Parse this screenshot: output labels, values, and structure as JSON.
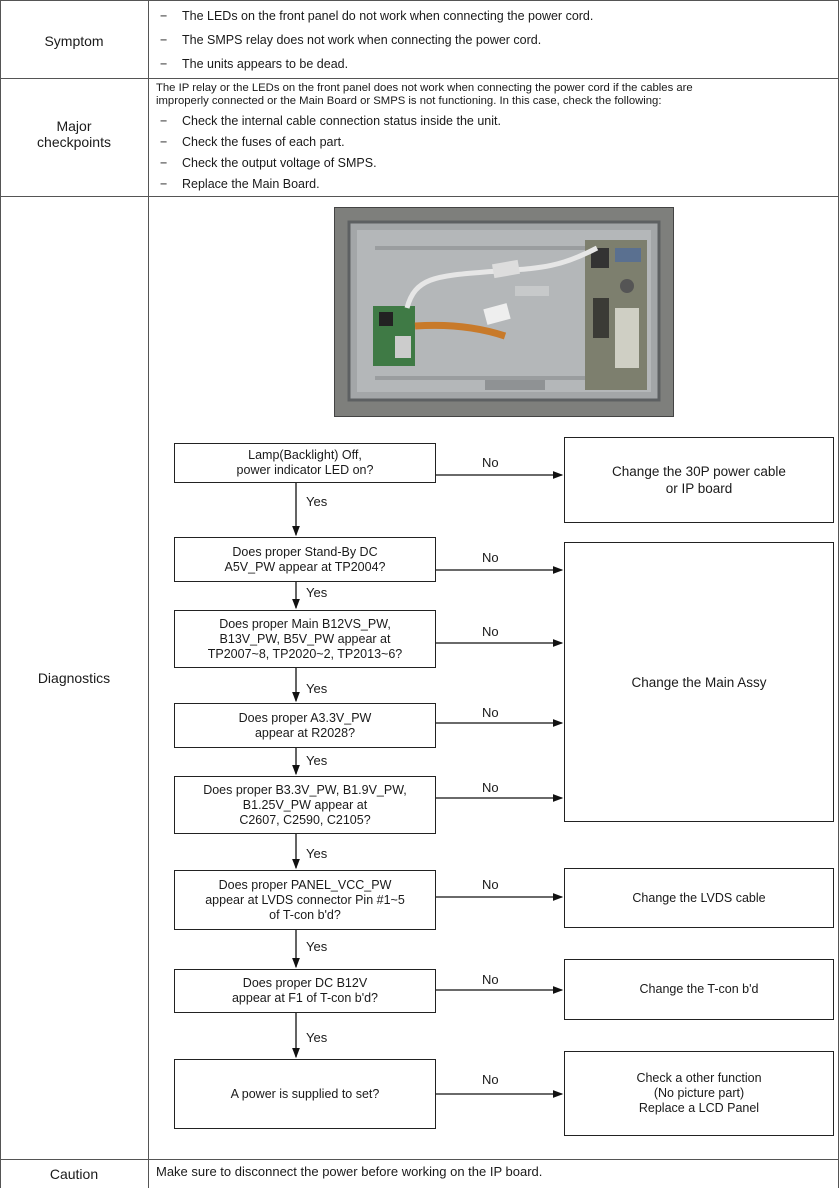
{
  "symptom": {
    "label": "Symptom",
    "items": [
      "The LEDs on the front panel do not work when connecting the power cord.",
      "The SMPS relay does not work when connecting the power cord.",
      "The units appears to be dead."
    ]
  },
  "checkpoints": {
    "label_line1": "Major",
    "label_line2": "checkpoints",
    "intro_line1": "The IP relay or the LEDs on the front panel does not work when connecting the power cord if the cables are",
    "intro_line2": "improperly connected or the Main Board or SMPS is not functioning. In this case, check the following:",
    "items": [
      "Check the internal cable connection status inside the unit.",
      "Check the fuses of each part.",
      "Check the output voltage of SMPS.",
      "Replace the Main Board."
    ]
  },
  "diagnostics": {
    "label": "Diagnostics",
    "dash": "−",
    "yes": "Yes",
    "no": "No",
    "checks": [
      [
        "Lamp(Backlight) Off,",
        "power indicator LED on?"
      ],
      [
        "Does proper Stand-By DC",
        "A5V_PW appear at TP2004?"
      ],
      [
        "Does proper Main B12VS_PW,",
        "B13V_PW, B5V_PW appear at",
        "TP2007~8, TP2020~2, TP2013~6?"
      ],
      [
        "Does proper A3.3V_PW",
        "appear at R2028?"
      ],
      [
        "Does proper B3.3V_PW, B1.9V_PW,",
        "B1.25V_PW appear at",
        "C2607, C2590, C2105?"
      ],
      [
        "Does proper PANEL_VCC_PW",
        "appear at LVDS connector Pin #1~5",
        "of T-con b'd?"
      ],
      [
        "Does proper DC B12V",
        "appear at F1 of T-con b'd?"
      ],
      [
        "A power is supplied to set?"
      ]
    ],
    "actions": [
      [
        "Change the 30P power cable",
        "or IP board"
      ],
      [
        "Change the Main Assy"
      ],
      [
        "Change the LVDS cable"
      ],
      [
        "Change the T-con b'd"
      ],
      [
        "Check a other function",
        "(No picture part)",
        "Replace a LCD Panel"
      ]
    ]
  },
  "caution": {
    "label": "Caution",
    "text": "Make sure to disconnect the power before working on the IP board."
  }
}
